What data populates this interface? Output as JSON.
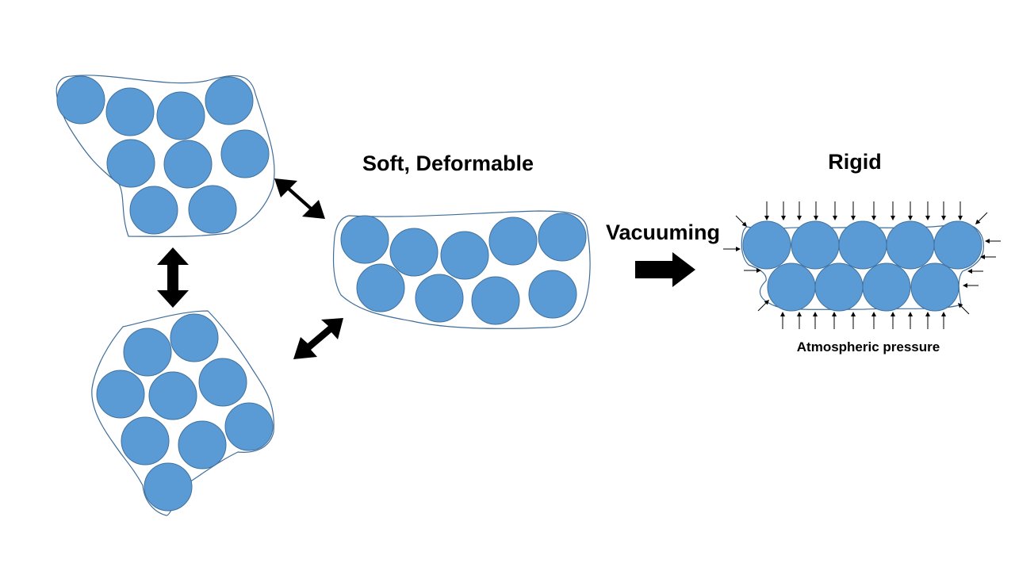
{
  "labels": {
    "soft": "Soft, Deformable",
    "rigid": "Rigid",
    "vacuuming": "Vacuuming",
    "pressure": "Atmospheric pressure"
  },
  "colors": {
    "particle_fill": "#5b9bd5",
    "particle_stroke": "#41719c",
    "outline": "#3f6d9a",
    "arrow": "#000000"
  }
}
